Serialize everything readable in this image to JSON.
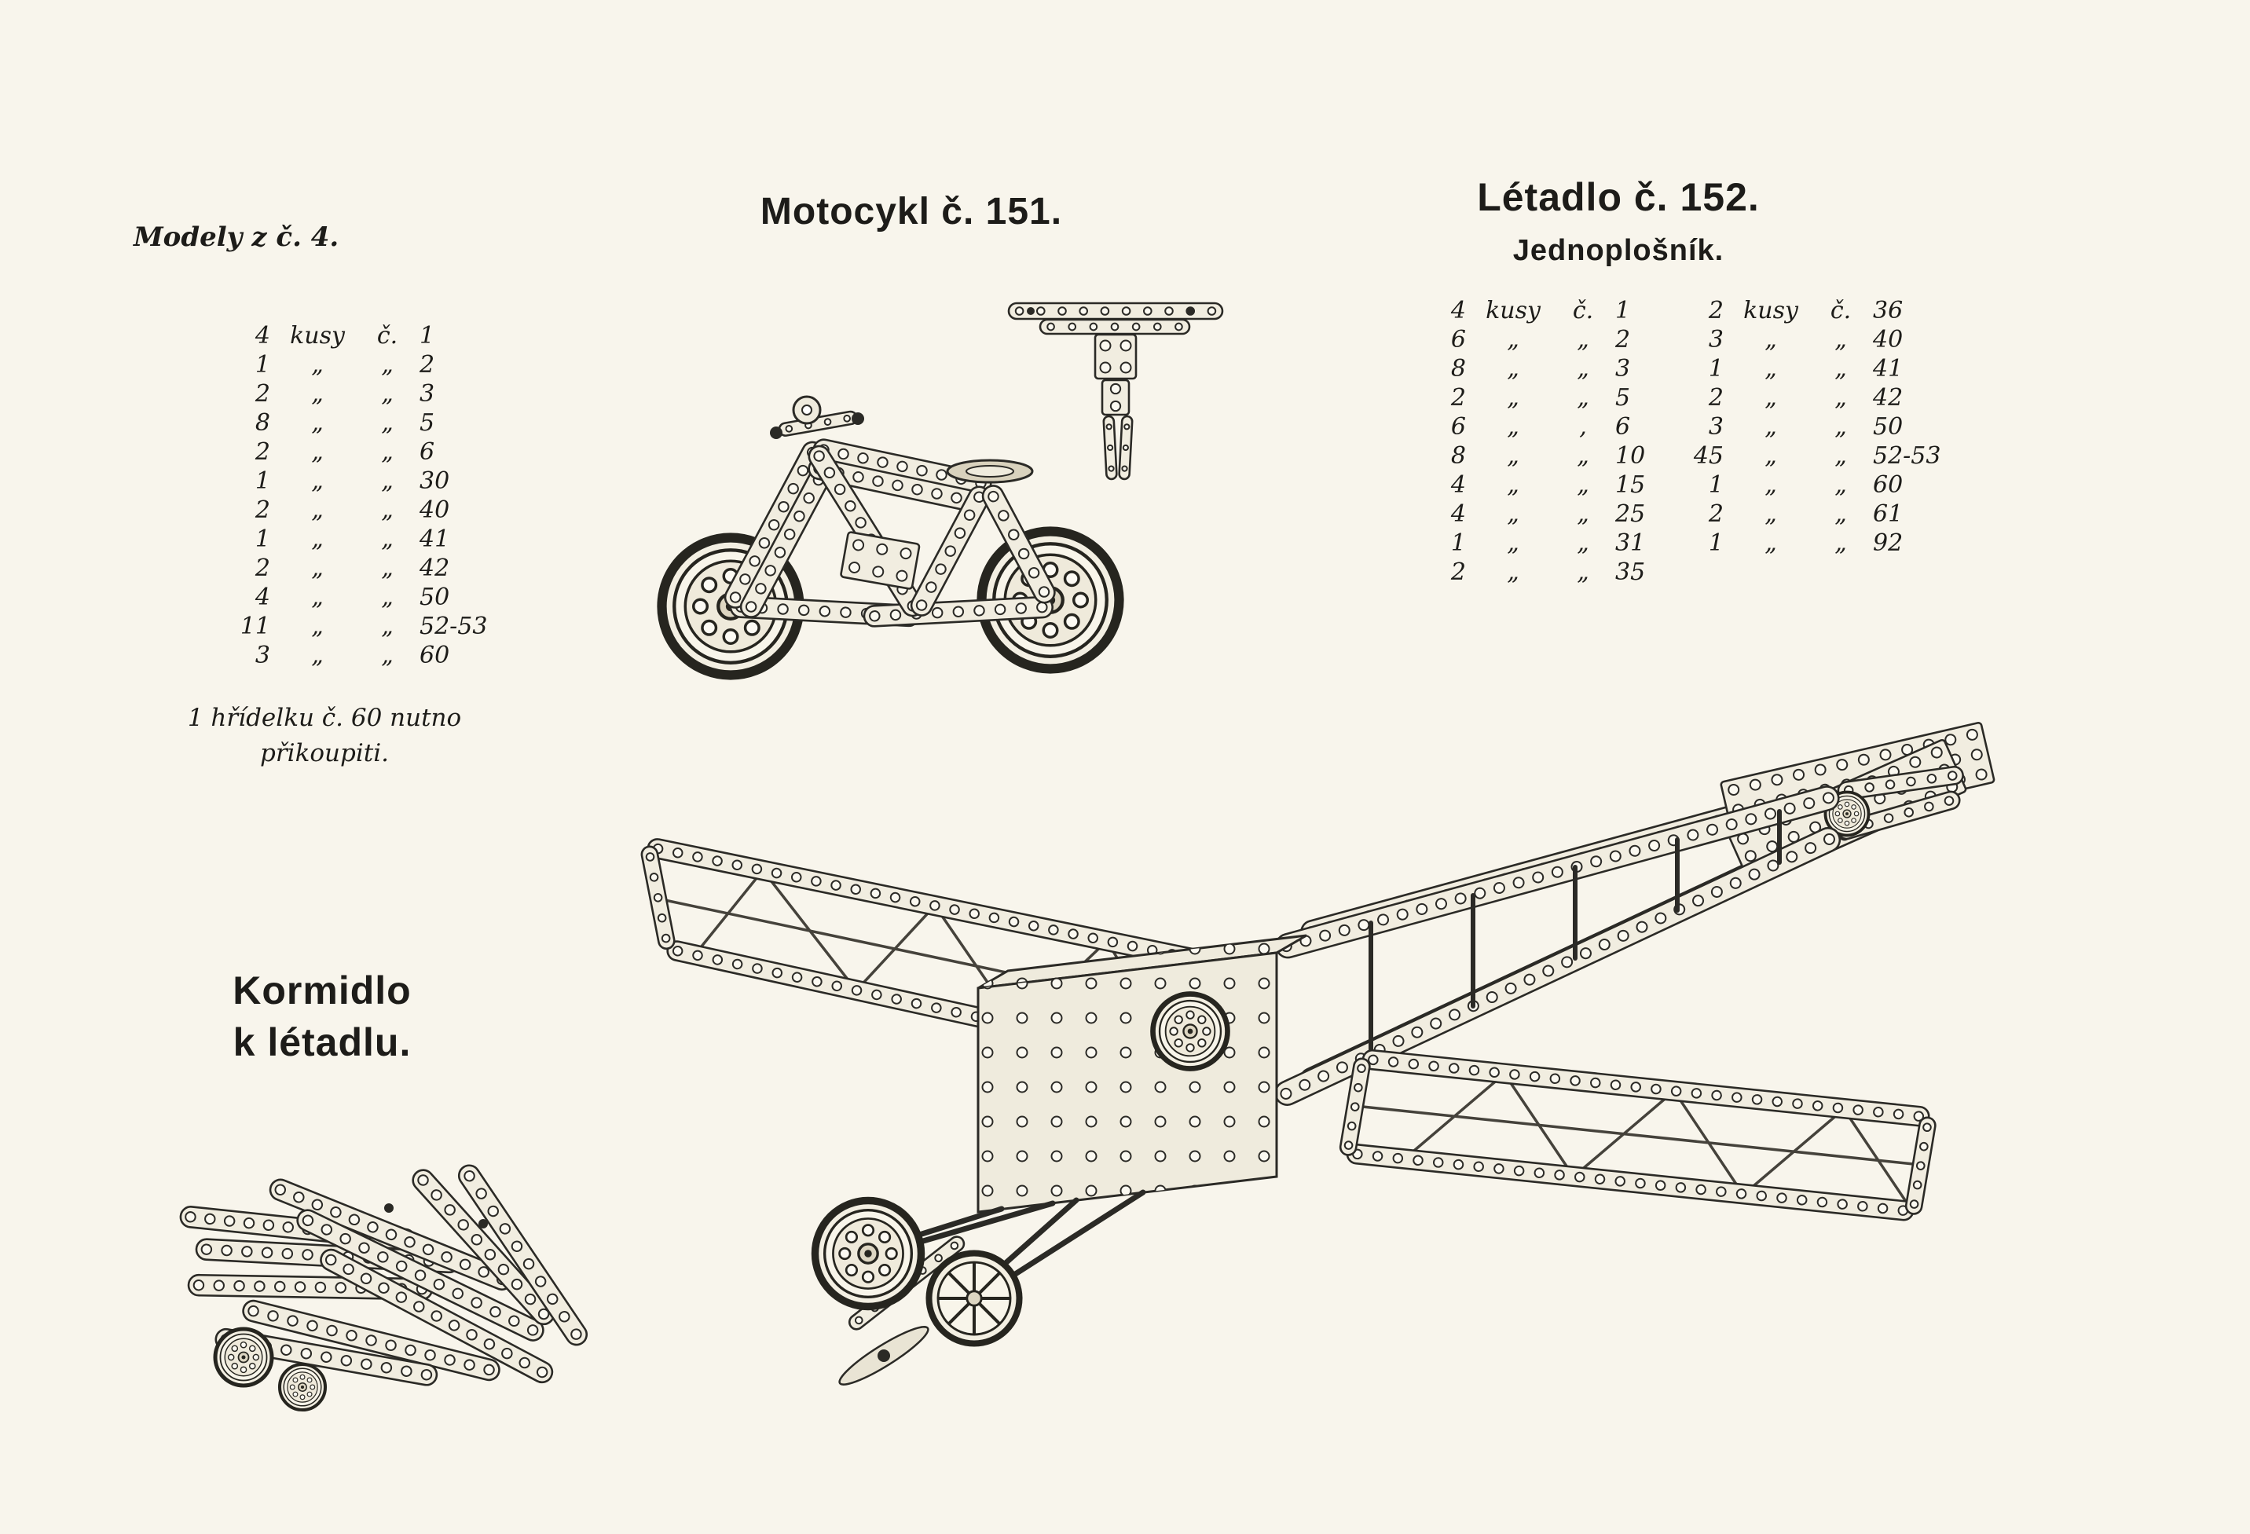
{
  "page": {
    "background": "#f8f5ec",
    "ink": "#1d1c19"
  },
  "models_note": {
    "title": "Modely z č. 4.",
    "parts": [
      {
        "qty": "4",
        "d1": "kusy",
        "d2": "č.",
        "no": "1"
      },
      {
        "qty": "1",
        "d1": "„",
        "d2": "„",
        "no": "2"
      },
      {
        "qty": "2",
        "d1": "„",
        "d2": "„",
        "no": "3"
      },
      {
        "qty": "8",
        "d1": "„",
        "d2": "„",
        "no": "5"
      },
      {
        "qty": "2",
        "d1": "„",
        "d2": "„",
        "no": "6"
      },
      {
        "qty": "1",
        "d1": "„",
        "d2": "„",
        "no": "30"
      },
      {
        "qty": "2",
        "d1": "„",
        "d2": "„",
        "no": "40"
      },
      {
        "qty": "1",
        "d1": "„",
        "d2": "„",
        "no": "41"
      },
      {
        "qty": "2",
        "d1": "„",
        "d2": "„",
        "no": "42"
      },
      {
        "qty": "4",
        "d1": "„",
        "d2": "„",
        "no": "50"
      },
      {
        "qty": "11",
        "d1": "„",
        "d2": "„",
        "no": "52-53"
      },
      {
        "qty": "3",
        "d1": "„",
        "d2": "„",
        "no": "60"
      }
    ],
    "footnote_line1": "1 hřídelku č. 60 nutno",
    "footnote_line2": "přikoupiti."
  },
  "motocykl": {
    "title": "Motocykl č. 151."
  },
  "letadlo": {
    "title": "Létadlo č. 152.",
    "subtitle": "Jednoplošník.",
    "parts_col1": [
      {
        "qty": "4",
        "d1": "kusy",
        "d2": "č.",
        "no": "1"
      },
      {
        "qty": "6",
        "d1": "„",
        "d2": "„",
        "no": "2"
      },
      {
        "qty": "8",
        "d1": "„",
        "d2": "„",
        "no": "3"
      },
      {
        "qty": "2",
        "d1": "„",
        "d2": "„",
        "no": "5"
      },
      {
        "qty": "6",
        "d1": "„",
        "d2": ",",
        "no": "6"
      },
      {
        "qty": "8",
        "d1": "„",
        "d2": "„",
        "no": "10"
      },
      {
        "qty": "4",
        "d1": "„",
        "d2": "„",
        "no": "15"
      },
      {
        "qty": "4",
        "d1": "„",
        "d2": "„",
        "no": "25"
      },
      {
        "qty": "1",
        "d1": "„",
        "d2": "„",
        "no": "31"
      },
      {
        "qty": "2",
        "d1": "„",
        "d2": "„",
        "no": "35"
      }
    ],
    "parts_col2": [
      {
        "qty": "2",
        "d1": "kusy",
        "d2": "č.",
        "no": "36"
      },
      {
        "qty": "3",
        "d1": "„",
        "d2": "„",
        "no": "40"
      },
      {
        "qty": "1",
        "d1": "„",
        "d2": "„",
        "no": "41"
      },
      {
        "qty": "2",
        "d1": "„",
        "d2": "„",
        "no": "42"
      },
      {
        "qty": "3",
        "d1": "„",
        "d2": "„",
        "no": "50"
      },
      {
        "qty": "45",
        "d1": "„",
        "d2": "„",
        "no": "52-53"
      },
      {
        "qty": "1",
        "d1": "„",
        "d2": "„",
        "no": "60"
      },
      {
        "qty": "2",
        "d1": "„",
        "d2": "„",
        "no": "61"
      },
      {
        "qty": "1",
        "d1": "„",
        "d2": "„",
        "no": "92"
      }
    ]
  },
  "kormidlo": {
    "title_line1": "Kormidlo",
    "title_line2": "k létadlu."
  }
}
